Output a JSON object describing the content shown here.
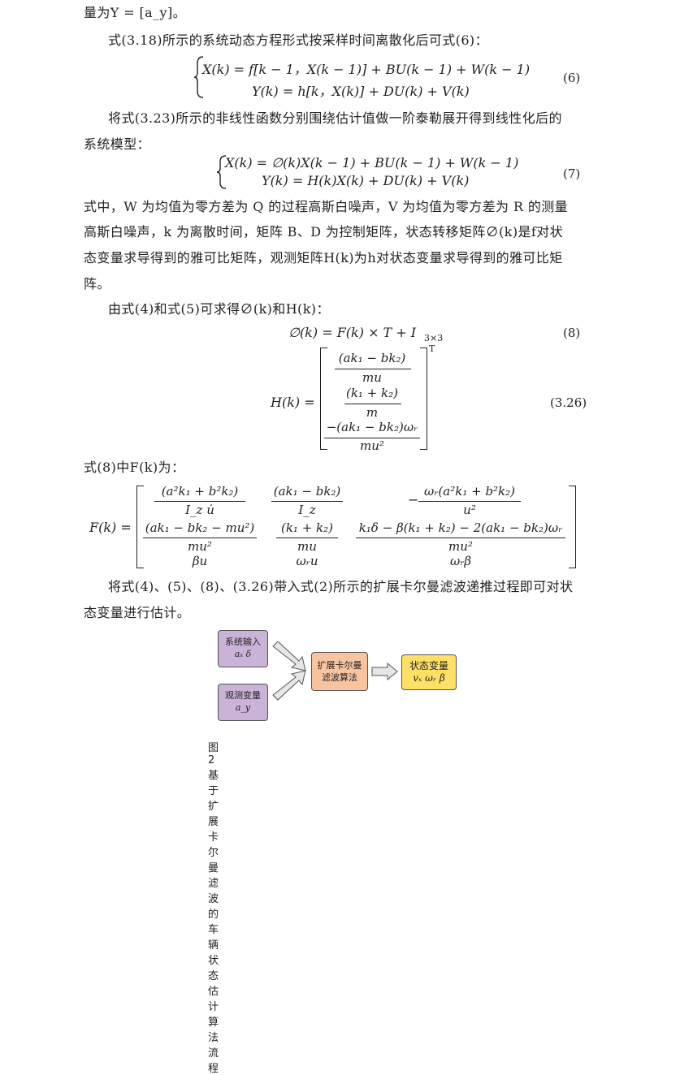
{
  "paragraphs": {
    "p0": "量为Y = [a_y]。",
    "p1": "式(3.18)所示的系统动态方程形式按采样时间离散化后可式(6)：",
    "p2_l1": "将式(3.23)所示的非线性函数分别围绕估计值做一阶泰勒展开得到线性化后的",
    "p2_l2": "系统模型：",
    "p3_l1": "式中，W 为均值为零方差为 Q 的过程高斯白噪声，V 为均值为零方差为 R 的测量",
    "p3_l2": "高斯白噪声，k 为离散时间，矩阵 B、D 为控制矩阵，状态转移矩阵∅(k)是f对状",
    "p3_l3": "态变量求导得到的雅可比矩阵，观测矩阵H(k)为h对状态变量求导得到的雅可比矩",
    "p3_l4": "阵。",
    "p4": "由式(4)和式(5)可求得∅(k)和H(k)：",
    "p5": "式(8)中F(k)为：",
    "p6_l1": "将式(4)、(5)、(8)、(3.26)带入式(2)所示的扩展卡尔曼滤波递推过程即可对状",
    "p6_l2": "态变量进行估计。"
  },
  "equations": {
    "eq6_l1": "X(k) = f[k − 1，X(k − 1)] + BU(k − 1) + W(k − 1)",
    "eq6_l2": "Y(k) = h[k，X(k)] + DU(k) + V(k)",
    "eq6_num": "(6)",
    "eq7_l1": "X(k) = ∅(k)X(k − 1) + BU(k − 1) + W(k − 1)",
    "eq7_l2": "Y(k) = H(k)X(k) + DU(k) + V(k)",
    "eq7_num": "(7)",
    "eq8": "∅(k) = F(k) × T +  I",
    "eq8_sub": "3×3",
    "eq8_num": "(8)",
    "eqH_lhs": "H(k) =",
    "eqH_r1_num": "(ak₁ − bk₂)",
    "eqH_r1_den": "mu",
    "eqH_r2_num": "(k₁ + k₂)",
    "eqH_r2_den": "m",
    "eqH_r3_num": "−(ak₁ − bk₂)ωᵣ",
    "eqH_r3_den": "mu²",
    "eqH_T": "T",
    "eqH_num": "(3.26)",
    "eqF_lhs": "F(k) =",
    "F11_num": "(a²k₁ + b²k₂)",
    "F11_den": "I_z u̇",
    "F12_num": "(ak₁ − bk₂)",
    "F12_den": "I_z",
    "F13_num": "ωᵣ(a²k₁ + b²k₂)",
    "F13_den": "u²",
    "F13_sign": "−",
    "F21_num": "(ak₁ − bk₂ − mu²)",
    "F21_den": "mu²",
    "F22_num": "(k₁ + k₂)",
    "F22_den": "mu",
    "F23_num": "k₁δ − β(k₁ + k₂) − 2(ak₁ − bk₂)ωᵣ",
    "F23_den": "mu²",
    "F31": "βu",
    "F32": "ωᵣu",
    "F33": "ωᵣβ"
  },
  "figure": {
    "box_input_l1": "系统输入",
    "box_input_l2": "aₓ  δ",
    "box_obs_l1": "观测变量",
    "box_obs_l2": "a_y",
    "box_ekf_l1": "扩展卡尔曼",
    "box_ekf_l2": "滤波算法",
    "box_state_l1": "状态变量",
    "box_state_l2": "vₓ  ωᵣ  β",
    "caption": "图 2 基于扩展卡尔曼滤波的车辆状态估计算法流程",
    "colors": {
      "purple": "#c9b3d6",
      "orange": "#f7c49e",
      "yellow": "#ffe066"
    }
  }
}
